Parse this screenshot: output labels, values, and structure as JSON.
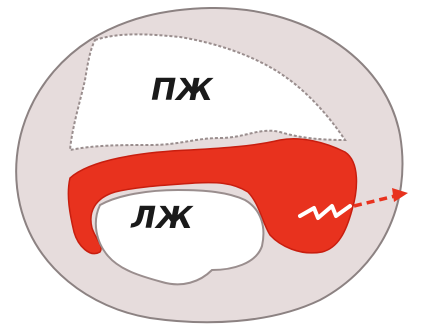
{
  "labels": {
    "right_ventricle": "ПЖ",
    "left_ventricle": "ЛЖ"
  },
  "colors": {
    "background": "#ffffff",
    "myocardium": "#e6dcdc",
    "outline": "#8c8282",
    "cavity": "#ffffff",
    "lesion": "#e8321e",
    "lesion_edge": "#c81e0f",
    "arrow": "#e8321e"
  },
  "icons": {
    "rupture": "lightning-crack",
    "arrow": "arrow-right"
  }
}
